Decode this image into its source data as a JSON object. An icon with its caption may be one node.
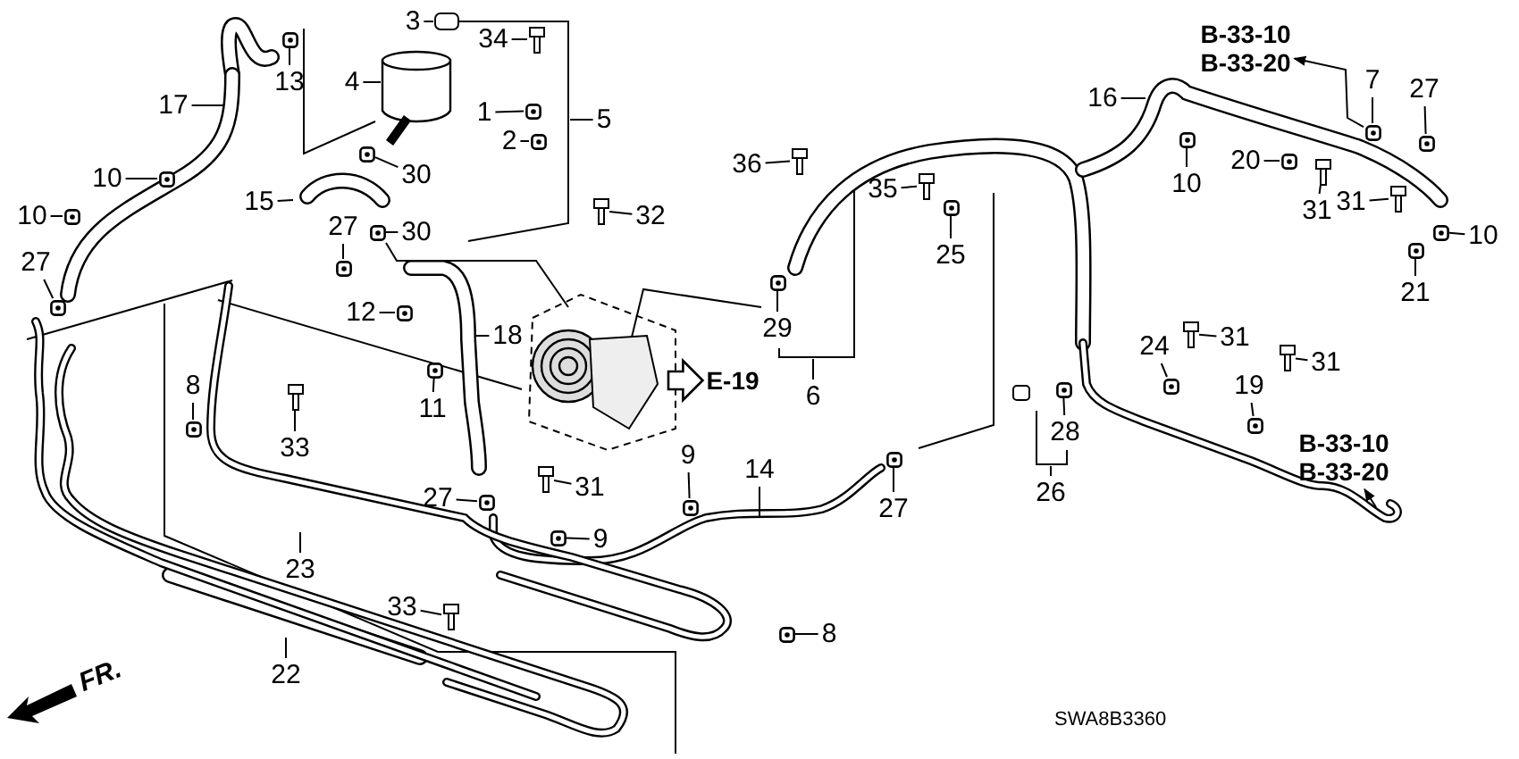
{
  "diagram": {
    "nodes": [
      {
        "text": [
          "3"
        ]
      },
      {
        "text": [
          "34"
        ]
      },
      {
        "text": [
          "4"
        ]
      },
      {
        "text": [
          "1"
        ]
      },
      {
        "text": [
          "5"
        ]
      },
      {
        "text": [
          "2"
        ]
      },
      {
        "text": [
          "13"
        ]
      },
      {
        "text": [
          "17"
        ]
      },
      {
        "text": [
          "10"
        ]
      },
      {
        "text": [
          "10"
        ]
      },
      {
        "text": [
          "30"
        ]
      },
      {
        "text": [
          "15"
        ]
      },
      {
        "text": [
          "27"
        ]
      },
      {
        "text": [
          "27"
        ]
      },
      {
        "text": [
          "30"
        ]
      },
      {
        "text": [
          "12"
        ]
      },
      {
        "text": [
          "18"
        ]
      },
      {
        "text": [
          "11"
        ]
      },
      {
        "text": [
          "8"
        ]
      },
      {
        "text": [
          "33"
        ]
      },
      {
        "text": [
          "36"
        ]
      },
      {
        "text": [
          "35"
        ]
      },
      {
        "text": [
          "32"
        ]
      },
      {
        "text": [
          "25"
        ]
      },
      {
        "text": [
          "29"
        ]
      },
      {
        "text": [
          "6"
        ]
      },
      {
        "text": [
          "E-19"
        ]
      },
      {
        "text": [
          "16"
        ]
      },
      {
        "text": [
          "B-33-10",
          "B-33-20"
        ]
      },
      {
        "text": [
          "7"
        ]
      },
      {
        "text": [
          "27"
        ]
      },
      {
        "text": [
          "10"
        ]
      },
      {
        "text": [
          "20"
        ]
      },
      {
        "text": [
          "31"
        ]
      },
      {
        "text": [
          "31"
        ]
      },
      {
        "text": [
          "10"
        ]
      },
      {
        "text": [
          "21"
        ]
      },
      {
        "text": [
          "24"
        ]
      },
      {
        "text": [
          "31"
        ]
      },
      {
        "text": [
          "31"
        ]
      },
      {
        "text": [
          "19"
        ]
      },
      {
        "text": [
          "28"
        ]
      },
      {
        "text": [
          "26"
        ]
      },
      {
        "text": [
          "31"
        ]
      },
      {
        "text": [
          "27"
        ]
      },
      {
        "text": [
          "9"
        ]
      },
      {
        "text": [
          "14"
        ]
      },
      {
        "text": [
          "9"
        ]
      },
      {
        "text": [
          "27"
        ]
      },
      {
        "text": [
          "23"
        ]
      },
      {
        "text": [
          "B-33-10",
          "B-33-20"
        ]
      },
      {
        "text": [
          "33"
        ]
      },
      {
        "text": [
          "8"
        ]
      },
      {
        "text": [
          "22"
        ]
      },
      {
        "text": [],
        "shape": "cap"
      },
      {
        "text": [],
        "shape": "bolt"
      },
      {
        "text": [],
        "shape": "clip"
      },
      {
        "text": [],
        "shape": "clip"
      },
      {
        "text": [],
        "shape": "clip"
      },
      {
        "text": [],
        "shape": "clip"
      },
      {
        "text": [],
        "shape": "clip"
      },
      {
        "text": [],
        "shape": "clip"
      },
      {
        "text": [],
        "shape": "clip"
      },
      {
        "text": [],
        "shape": "clip"
      },
      {
        "text": [],
        "shape": "clip"
      },
      {
        "text": [],
        "shape": "clip"
      },
      {
        "text": [],
        "shape": "clip"
      },
      {
        "text": [],
        "shape": "clip"
      },
      {
        "text": [],
        "shape": "bolt"
      },
      {
        "text": [],
        "shape": "bolt"
      },
      {
        "text": [],
        "shape": "bolt"
      },
      {
        "text": [],
        "shape": "bolt"
      },
      {
        "text": [],
        "shape": "clip"
      },
      {
        "text": [],
        "shape": "clip"
      },
      {
        "text": [],
        "shape": "clip"
      },
      {
        "text": [],
        "shape": "clip"
      },
      {
        "text": [],
        "shape": "clip"
      },
      {
        "text": [],
        "shape": "clip"
      },
      {
        "text": [],
        "shape": "bolt"
      },
      {
        "text": [],
        "shape": "bolt"
      },
      {
        "text": [],
        "shape": "clip"
      },
      {
        "text": [],
        "shape": "clip"
      },
      {
        "text": [],
        "shape": "clip"
      },
      {
        "text": [],
        "shape": "bolt"
      },
      {
        "text": [],
        "shape": "bolt"
      },
      {
        "text": [],
        "shape": "clip"
      },
      {
        "text": [],
        "shape": "clip"
      },
      {
        "text": [],
        "shape": "bolt"
      },
      {
        "text": [],
        "shape": "clip"
      },
      {
        "text": [],
        "shape": "clip"
      },
      {
        "text": [],
        "shape": "clip"
      },
      {
        "text": [],
        "shape": "clip"
      },
      {
        "text": [],
        "shape": "bolt"
      },
      {
        "text": [],
        "shape": "clip"
      }
    ],
    "edges": [
      {
        "from": 0,
        "to": 54,
        "arrow": "none"
      },
      {
        "from": 1,
        "to": 55,
        "arrow": "none"
      },
      {
        "from": 2,
        "to": null,
        "arrow": "none"
      },
      {
        "from": 3,
        "to": 56,
        "arrow": "none"
      },
      {
        "from": 4,
        "to": null,
        "arrow": "none"
      },
      {
        "from": 5,
        "to": 57,
        "arrow": "none"
      },
      {
        "from": 6,
        "to": 58,
        "arrow": "none"
      },
      {
        "from": 7,
        "to": null,
        "arrow": "none"
      },
      {
        "from": 8,
        "to": 59,
        "arrow": "none"
      },
      {
        "from": 9,
        "to": 60,
        "arrow": "none"
      },
      {
        "from": 10,
        "to": 61,
        "arrow": "none"
      },
      {
        "from": 11,
        "to": null,
        "arrow": "none"
      },
      {
        "from": 12,
        "to": 62,
        "arrow": "none"
      },
      {
        "from": 13,
        "to": 63,
        "arrow": "none"
      },
      {
        "from": 14,
        "to": 64,
        "arrow": "none"
      },
      {
        "from": 15,
        "to": 65,
        "arrow": "none"
      },
      {
        "from": 16,
        "to": null,
        "arrow": "none"
      },
      {
        "from": 17,
        "to": 66,
        "arrow": "none"
      },
      {
        "from": 18,
        "to": 67,
        "arrow": "none"
      },
      {
        "from": 19,
        "to": 68,
        "arrow": "none"
      },
      {
        "from": 20,
        "to": 69,
        "arrow": "none"
      },
      {
        "from": 21,
        "to": 70,
        "arrow": "none"
      },
      {
        "from": 22,
        "to": 71,
        "arrow": "none"
      },
      {
        "from": 23,
        "to": 72,
        "arrow": "none"
      },
      {
        "from": 24,
        "to": 73,
        "arrow": "none"
      },
      {
        "from": 25,
        "to": null,
        "arrow": "none"
      },
      {
        "from": null,
        "to": 26,
        "arrow": "to",
        "style": "thick"
      },
      {
        "from": 27,
        "to": null,
        "arrow": "none"
      },
      {
        "from": 74,
        "to": 28,
        "arrow": "to"
      },
      {
        "from": 29,
        "to": 74,
        "arrow": "none"
      },
      {
        "from": 30,
        "to": 75,
        "arrow": "none"
      },
      {
        "from": 31,
        "to": 76,
        "arrow": "none"
      },
      {
        "from": 32,
        "to": 77,
        "arrow": "none"
      },
      {
        "from": 33,
        "to": 78,
        "arrow": "none"
      },
      {
        "from": 34,
        "to": 79,
        "arrow": "none"
      },
      {
        "from": 35,
        "to": 80,
        "arrow": "none"
      },
      {
        "from": 36,
        "to": 81,
        "arrow": "none"
      },
      {
        "from": 37,
        "to": 82,
        "arrow": "none"
      },
      {
        "from": 38,
        "to": 83,
        "arrow": "none"
      },
      {
        "from": 39,
        "to": 84,
        "arrow": "none"
      },
      {
        "from": 40,
        "to": 85,
        "arrow": "none"
      },
      {
        "from": 41,
        "to": 86,
        "arrow": "none"
      },
      {
        "from": 42,
        "to": null,
        "arrow": "none"
      },
      {
        "from": 43,
        "to": 87,
        "arrow": "none"
      },
      {
        "from": 44,
        "to": 88,
        "arrow": "none"
      },
      {
        "from": 45,
        "to": 89,
        "arrow": "none"
      },
      {
        "from": 46,
        "to": null,
        "arrow": "none"
      },
      {
        "from": 47,
        "to": 90,
        "arrow": "none"
      },
      {
        "from": 48,
        "to": 91,
        "arrow": "none"
      },
      {
        "from": 49,
        "to": null,
        "arrow": "none"
      },
      {
        "from": null,
        "to": 50,
        "arrow": "to"
      },
      {
        "from": 51,
        "to": 92,
        "arrow": "none"
      },
      {
        "from": 52,
        "to": 93,
        "arrow": "none"
      },
      {
        "from": 53,
        "to": null,
        "arrow": "none"
      }
    ],
    "labels": [
      "FR.",
      "SWA8B3360"
    ]
  }
}
